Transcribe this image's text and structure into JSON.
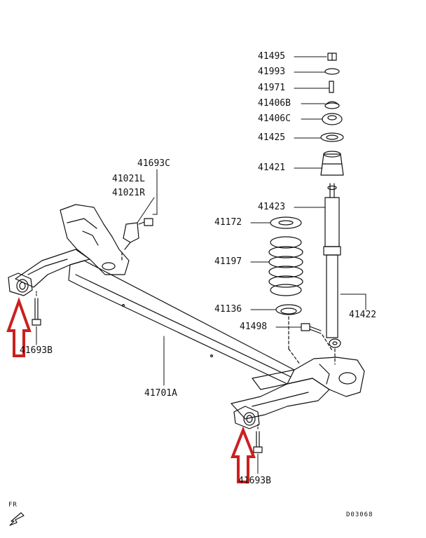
{
  "parts": {
    "p41495": "41495",
    "p41993": "41993",
    "p41971": "41971",
    "p41406b": "41406B",
    "p41406c": "41406C",
    "p41425": "41425",
    "p41421": "41421",
    "p41423": "41423",
    "p41172": "41172",
    "p41197": "41197",
    "p41136": "41136",
    "p41498": "41498",
    "p41422": "41422",
    "p41693c": "41693C",
    "p41021l": "41021L",
    "p41021r": "41021R",
    "p41693b_left": "41693B",
    "p41693b_right": "41693B",
    "p41701a": "41701A"
  },
  "direction": "FR",
  "diagram_code": "D03068",
  "colors": {
    "arrow": "#cc1f1f",
    "line": "#111111"
  }
}
